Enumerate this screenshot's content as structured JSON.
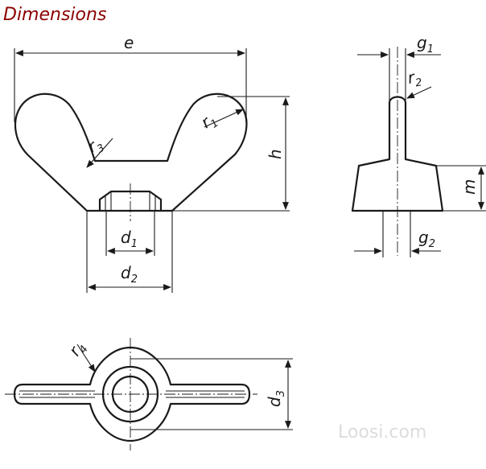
{
  "title": "Dimensions",
  "title_color": "#8b0000",
  "labels": {
    "e": "e",
    "h": "h",
    "m": "m",
    "d1": "d",
    "d1_sub": "1",
    "d2": "d",
    "d2_sub": "2",
    "d3": "d",
    "d3_sub": "3",
    "r1": "r",
    "r1_sub": "1",
    "r2": "r",
    "r2_sub": "2",
    "r3": "r",
    "r3_sub": "3",
    "r4": "r",
    "r4_sub": "4",
    "g1": "g",
    "g1_sub": "1",
    "g2": "g",
    "g2_sub": "2"
  },
  "watermark": "Loosi.com"
}
